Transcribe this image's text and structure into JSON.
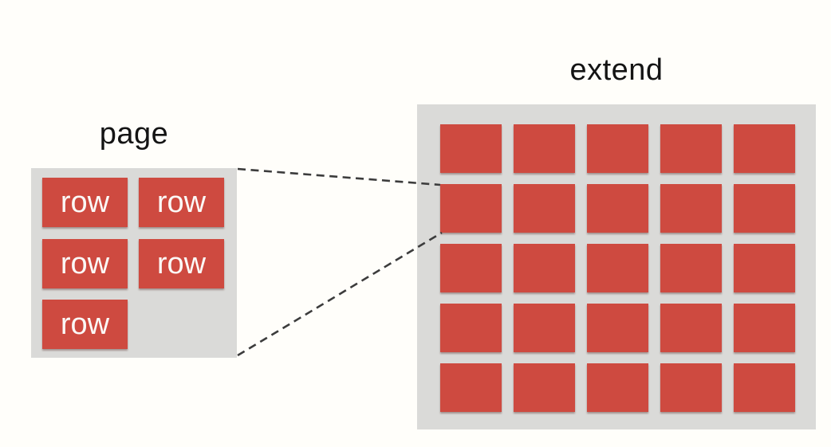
{
  "colors": {
    "background": "#fffefa",
    "panel": "#dadad8",
    "box": "#ce4a40",
    "label_text": "#141414",
    "row_text": "#fbf8f6",
    "dash": "#3c3c3c"
  },
  "page": {
    "label": "page",
    "rows": [
      "row",
      "row",
      "row",
      "row",
      "row"
    ]
  },
  "extend": {
    "label": "extend",
    "grid": {
      "rows": 5,
      "cols": 5
    }
  }
}
